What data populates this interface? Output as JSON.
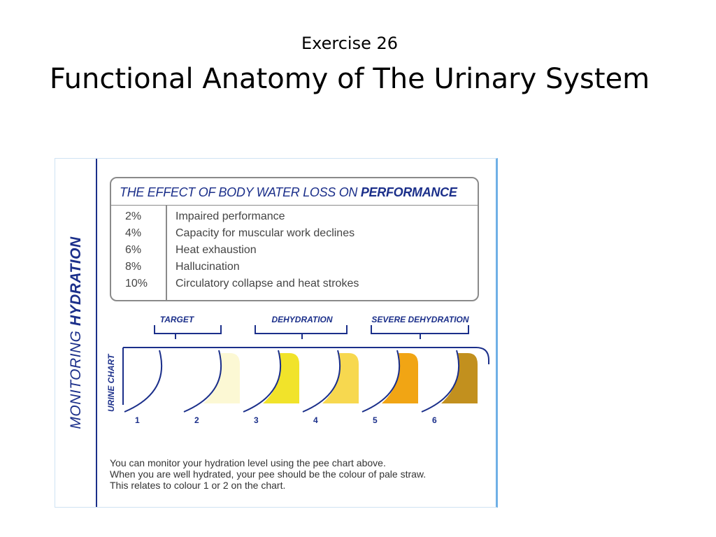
{
  "slide": {
    "subtitle": "Exercise 26",
    "title": "Functional Anatomy of The Urinary System"
  },
  "card": {
    "side_label_normal": "MONITORING ",
    "side_label_bold": "HYDRATION",
    "effect_table": {
      "header_normal": "THE EFFECT OF BODY WATER LOSS ON ",
      "header_bold": "PERFORMANCE",
      "rows": [
        {
          "pct": "2%",
          "desc": "Impaired performance"
        },
        {
          "pct": "4%",
          "desc": "Capacity for muscular work declines"
        },
        {
          "pct": "6%",
          "desc": "Heat exhaustion"
        },
        {
          "pct": "8%",
          "desc": "Hallucination"
        },
        {
          "pct": "10%",
          "desc": "Circulatory collapse and heat strokes"
        }
      ]
    },
    "urine_chart": {
      "label": "URINE CHART",
      "groups": [
        "TARGET",
        "DEHYDRATION",
        "SEVERE DEHYDRATION"
      ],
      "samples": [
        {
          "number": "1",
          "color": "#ffffff"
        },
        {
          "number": "2",
          "color": "#fcf8d4"
        },
        {
          "number": "3",
          "color": "#f1e32a"
        },
        {
          "number": "4",
          "color": "#f7d84f"
        },
        {
          "number": "5",
          "color": "#f1a514"
        },
        {
          "number": "6",
          "color": "#c2901e"
        }
      ]
    },
    "footer": {
      "line1": "You can monitor your hydration level using the pee chart above.",
      "line2": "When you are well hydrated, your pee should be the colour of pale straw.",
      "line3": "This relates to colour 1 or 2 on the chart."
    }
  },
  "colors": {
    "navy": "#1b2f8a",
    "accent_border": "#6fb0e6"
  }
}
